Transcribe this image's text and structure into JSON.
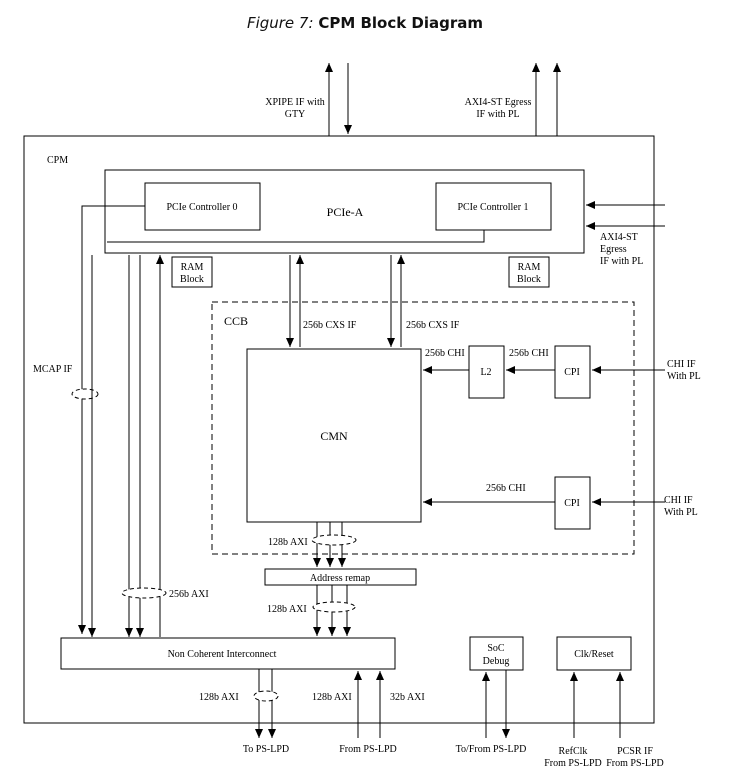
{
  "figure": {
    "label": "Figure 7:",
    "title": "CPM Block Diagram"
  },
  "blocks": {
    "cpm": "CPM",
    "pcie_a": "PCIe-A",
    "pcie_controller_0": "PCIe Controller 0",
    "pcie_controller_1": "PCIe Controller 1",
    "ram_block_left": [
      "RAM",
      "Block"
    ],
    "ram_block_right": [
      "RAM",
      "Block"
    ],
    "ccb": "CCB",
    "cmn": "CMN",
    "l2": "L2",
    "cpi_top": "CPI",
    "cpi_bottom": "CPI",
    "address_remap": "Address remap",
    "non_coherent_interconnect": "Non Coherent Interconnect",
    "soc_debug": [
      "SoC",
      "Debug"
    ],
    "clk_reset": "Clk/Reset"
  },
  "labels": {
    "xpipe": [
      "XPIPE IF with",
      "GTY"
    ],
    "axi4_egress_top": [
      "AXI4-ST Egress",
      "IF with PL"
    ],
    "axi4_egress_right": [
      "AXI4-ST",
      "Egress",
      "IF with PL"
    ],
    "mcap_if": "MCAP IF",
    "cxs_if_left": "256b CXS IF",
    "cxs_if_right": "256b CXS IF",
    "chi_cmn_l2": "256b CHI",
    "chi_l2_cpi": "256b CHI",
    "chi_if_top": [
      "CHI IF",
      "With PL"
    ],
    "chi_bottom": "256b CHI",
    "chi_if_bottom": [
      "CHI IF",
      "With PL"
    ],
    "axi_128_cmn": "128b AXI",
    "axi_128_remap": "128b AXI",
    "axi_256": "256b AXI",
    "axi_128_to_ps": "128b AXI",
    "axi_128_from_ps": "128b AXI",
    "axi_32": "32b AXI",
    "to_ps_lpd": "To PS-LPD",
    "from_ps_lpd": "From PS-LPD",
    "to_from_ps_lpd": "To/From PS-LPD",
    "refclk": [
      "RefClk",
      "From PS-LPD"
    ],
    "pcsr_if": [
      "PCSR IF",
      "From PS-LPD"
    ]
  }
}
